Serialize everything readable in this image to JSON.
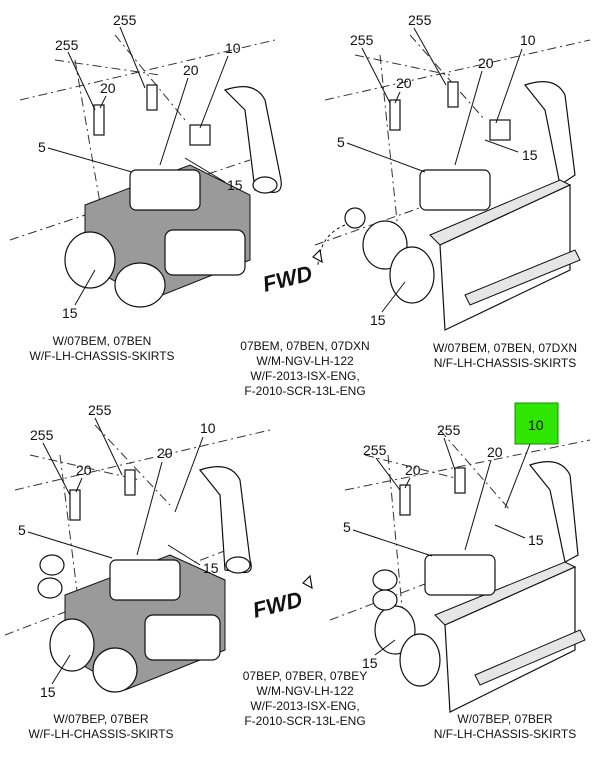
{
  "panels": [
    {
      "id": "top-left",
      "callouts": {
        "a": "255",
        "b": "255",
        "c": "10",
        "d": "20",
        "e": "20",
        "f": "5",
        "g": "15",
        "h": "15"
      },
      "caption": [
        "W/07BEM, 07BEN",
        "W/F-LH-CHASSIS-SKIRTS"
      ]
    },
    {
      "id": "top-right",
      "callouts": {
        "a": "255",
        "b": "255",
        "c": "10",
        "d": "20",
        "e": "20",
        "f": "5",
        "g": "15",
        "h": "15"
      },
      "caption": [
        "W/07BEM, 07BEN, 07DXN",
        "N/F-LH-CHASSIS-SKIRTS"
      ]
    },
    {
      "id": "bottom-left",
      "callouts": {
        "a": "255",
        "b": "255",
        "c": "10",
        "d": "20",
        "e": "20",
        "f": "5",
        "g": "15",
        "h": "15"
      },
      "caption": [
        "W/07BEP, 07BER",
        "W/F-LH-CHASSIS-SKIRTS"
      ]
    },
    {
      "id": "bottom-right",
      "callouts": {
        "a": "255",
        "b": "255",
        "c": "10",
        "d": "20",
        "e": "20",
        "f": "5",
        "g": "15",
        "h": "15"
      },
      "caption": [
        "W/07BEP, 07BER",
        "N/F-LH-CHASSIS-SKIRTS"
      ]
    }
  ],
  "center_notes": [
    {
      "lines": [
        "07BEM, 07BEN, 07DXN",
        "W/M-NGV-LH-122",
        "W/F-2013-ISX-ENG,",
        "F-2010-SCR-13L-ENG"
      ]
    },
    {
      "lines": [
        "07BEP, 07BER, 07BEY",
        "W/M-NGV-LH-122",
        "W/F-2013-ISX-ENG,",
        "F-2010-SCR-13L-ENG"
      ]
    }
  ],
  "fwd_label": "FWD",
  "highlight": {
    "label": "10",
    "color": "#2ee600"
  }
}
